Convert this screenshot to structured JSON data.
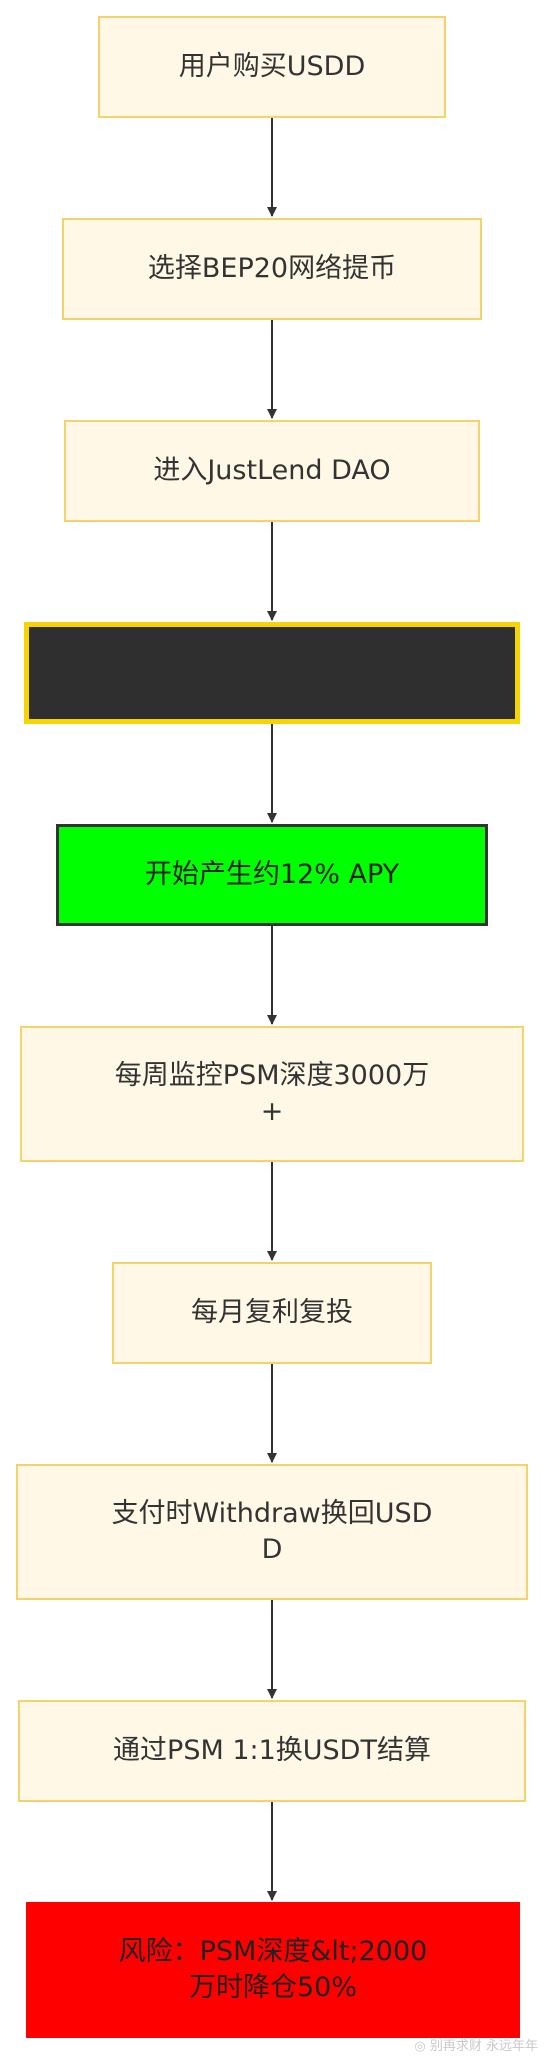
{
  "colors": {
    "node_fill": "#fff8e6",
    "node_border": "#f5d36b",
    "dark_fill": "#2f2f2f",
    "dark_border": "#f6d400",
    "green_fill": "#00ff00",
    "red_fill": "#ff0000",
    "arrow": "#333333"
  },
  "nodes": [
    {
      "id": "n1",
      "lines": [
        "用户购买USDD"
      ],
      "style": "default"
    },
    {
      "id": "n2",
      "lines": [
        "选择BEP20网络提币"
      ],
      "style": "default"
    },
    {
      "id": "n3",
      "lines": [
        "进入JustLend DAO"
      ],
      "style": "default"
    },
    {
      "id": "n4",
      "lines": [
        ""
      ],
      "style": "dark"
    },
    {
      "id": "n5",
      "lines": [
        "开始产生约12% APY"
      ],
      "style": "green"
    },
    {
      "id": "n6",
      "lines": [
        "每周监控PSM深度3000万",
        "+"
      ],
      "style": "default"
    },
    {
      "id": "n7",
      "lines": [
        "每月复利复投"
      ],
      "style": "default"
    },
    {
      "id": "n8",
      "lines": [
        "支付时Withdraw换回USD",
        "D"
      ],
      "style": "default"
    },
    {
      "id": "n9",
      "lines": [
        "通过PSM 1:1换USDT结算"
      ],
      "style": "default"
    },
    {
      "id": "n10",
      "lines": [
        "风险：PSM深度&lt;2000",
        "万时降仓50%"
      ],
      "style": "red"
    }
  ],
  "edges": [
    {
      "from": "n1",
      "to": "n2"
    },
    {
      "from": "n2",
      "to": "n3"
    },
    {
      "from": "n3",
      "to": "n4"
    },
    {
      "from": "n4",
      "to": "n5"
    },
    {
      "from": "n5",
      "to": "n6"
    },
    {
      "from": "n6",
      "to": "n7"
    },
    {
      "from": "n7",
      "to": "n8"
    },
    {
      "from": "n8",
      "to": "n9"
    },
    {
      "from": "n9",
      "to": "n10"
    }
  ],
  "watermark": "◎ 别再求财 永远年年"
}
